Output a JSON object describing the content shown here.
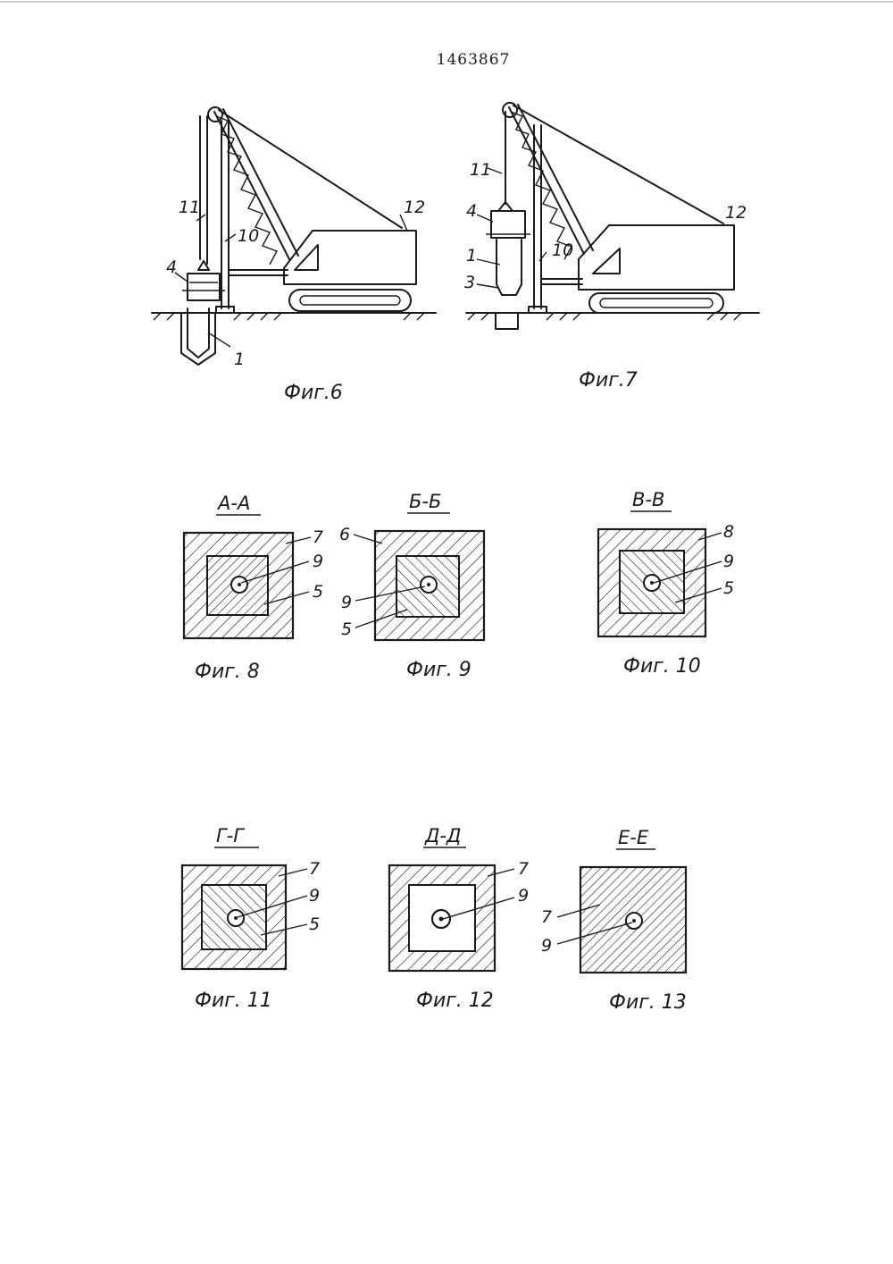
{
  "page_number": "1463867",
  "figures": {
    "fig6": {
      "caption": "Фиг.6",
      "labels": {
        "l11": "11",
        "l10": "10",
        "l4": "4",
        "l1": "1",
        "l12": "12"
      }
    },
    "fig7": {
      "caption": "Фиг.7",
      "labels": {
        "l11": "11",
        "l4": "4",
        "l1": "1",
        "l3": "3",
        "l10": "10",
        "l12": "12"
      }
    },
    "fig8": {
      "section": "А-А",
      "caption": "Фиг. 8",
      "labels": {
        "l7": "7",
        "l9": "9",
        "l5": "5"
      }
    },
    "fig9": {
      "section": "Б-Б",
      "caption": "Фиг. 9",
      "labels": {
        "l6": "6",
        "l9": "9",
        "l5": "5"
      }
    },
    "fig10": {
      "section": "В-В",
      "caption": "Фиг. 10",
      "labels": {
        "l8": "8",
        "l9": "9",
        "l5": "5"
      }
    },
    "fig11": {
      "section": "Г-Г",
      "caption": "Фиг. 11",
      "labels": {
        "l7": "7",
        "l9": "9",
        "l5": "5"
      }
    },
    "fig12": {
      "section": "Д-Д",
      "caption": "Фиг. 12",
      "labels": {
        "l7": "7",
        "l9": "9"
      }
    },
    "fig13": {
      "section": "Е-Е",
      "caption": "Фиг. 13",
      "labels": {
        "l7": "7",
        "l9": "9"
      }
    }
  }
}
